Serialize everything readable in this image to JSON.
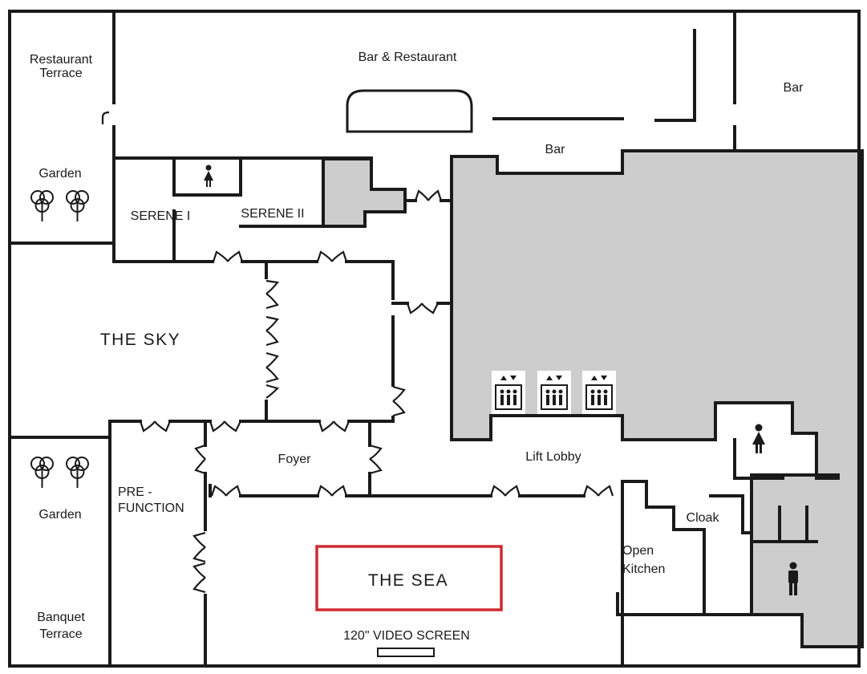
{
  "rooms": {
    "restaurant_terrace": [
      "Restaurant",
      "Terrace"
    ],
    "bar_restaurant": "Bar & Restaurant",
    "bar_top_right": "Bar",
    "bar_center": "Bar",
    "garden_top": "Garden",
    "serene_1": "SERENE I",
    "serene_2": "SERENE II",
    "the_sky": "THE SKY",
    "foyer": "Foyer",
    "lift_lobby": "Lift Lobby",
    "garden_bottom": "Garden",
    "pre_function": [
      "PRE -",
      "FUNCTION"
    ],
    "banquet_terrace": [
      "Banquet",
      "Terrace"
    ],
    "the_sea": "THE SEA",
    "video_screen": "120\" VIDEO SCREEN",
    "cloak": "Cloak",
    "open_kitchen": [
      "Open",
      "Kitchen"
    ]
  },
  "icons": {
    "restroom_female": "female-restroom-icon",
    "restroom_male": "male-restroom-icon",
    "lift": "lift-icon",
    "tree": "tree-icon"
  },
  "colors": {
    "wall": "#1a1a1a",
    "service_area": "#cdcdcd",
    "highlight": "#d02a30",
    "background": "#ffffff"
  },
  "highlighted_room": "THE SEA"
}
